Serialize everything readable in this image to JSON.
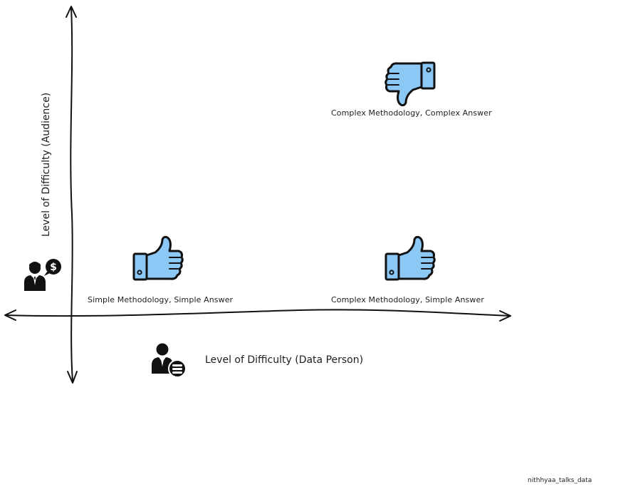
{
  "axes": {
    "x_label": "Level of Difficulty (Data Person)",
    "y_label": "Level of Difficulty (Audience)"
  },
  "quadrants": {
    "simple_simple": {
      "label": "Simple Methodology, Simple Answer",
      "verdict": "thumbs-up"
    },
    "complex_simple": {
      "label": "Complex Methodology, Simple Answer",
      "verdict": "thumbs-up"
    },
    "complex_complex": {
      "label": "Complex Methodology, Complex Answer",
      "verdict": "thumbs-down"
    }
  },
  "icons": {
    "audience": "business-person-dollar-icon",
    "data_person": "data-person-database-icon",
    "thumb_up": "thumbs-up-icon",
    "thumb_down": "thumbs-down-icon"
  },
  "colors": {
    "thumb_fill": "#8cc8f5",
    "ink": "#111111"
  },
  "watermark": "nithhyaa_talks_data"
}
